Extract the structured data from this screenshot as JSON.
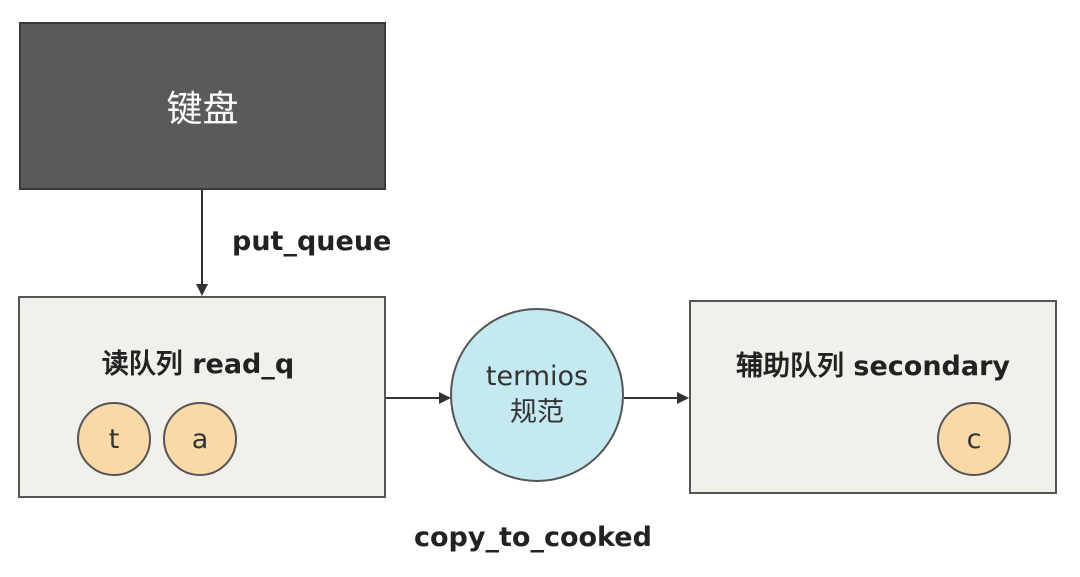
{
  "nodes": {
    "keyboard": {
      "label": "键盘"
    },
    "read_queue": {
      "title": "读队列 read_q",
      "items": [
        "t",
        "a"
      ]
    },
    "termios": {
      "line1": "termios",
      "line2": "规范"
    },
    "secondary_queue": {
      "title": "辅助队列 secondary",
      "items": [
        "c"
      ]
    }
  },
  "edges": {
    "put_queue": {
      "label": "put_queue"
    },
    "copy_to_cooked": {
      "label": "copy_to_cooked"
    }
  },
  "colors": {
    "keyboard_fill": "#5a5a5a",
    "queue_fill": "#f1f0ea",
    "item_fill": "#f9d9a7",
    "termios_fill": "#c4e9f0",
    "stroke": "#555555"
  }
}
